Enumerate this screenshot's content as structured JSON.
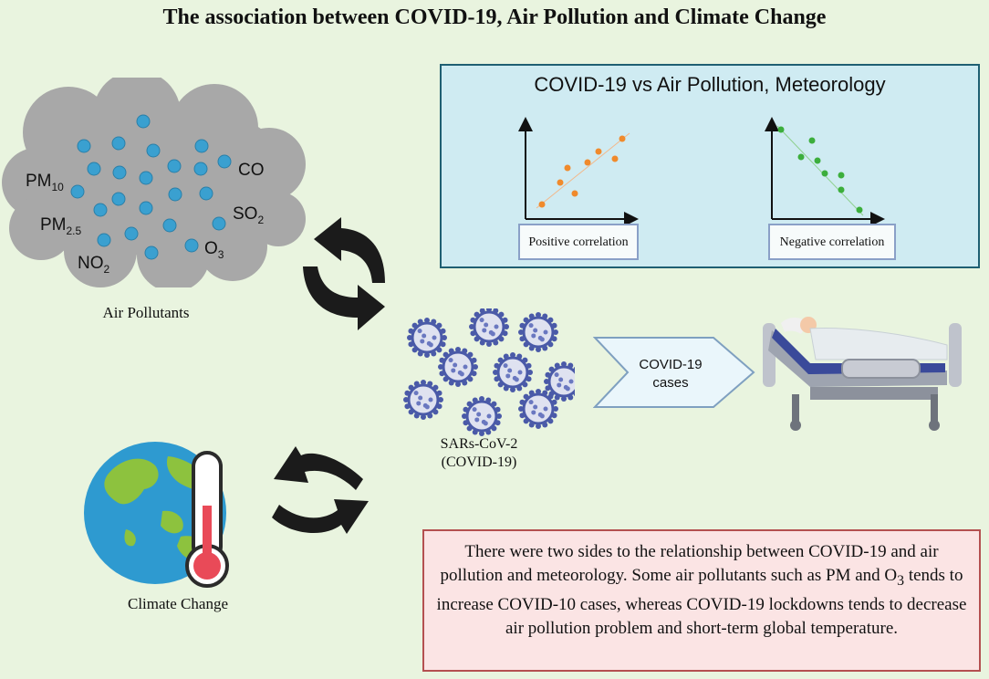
{
  "title": "The association between COVID-19, Air Pollution and Climate Change",
  "air_pollutants": {
    "label": "Air Pollutants",
    "items": {
      "pm10": {
        "main": "PM",
        "sub": "10"
      },
      "pm25": {
        "main": "PM",
        "sub": "2.5"
      },
      "no2": {
        "main": "NO",
        "sub": "2"
      },
      "co": {
        "main": "CO",
        "sub": ""
      },
      "so2": {
        "main": "SO",
        "sub": "2"
      },
      "o3": {
        "main": "O",
        "sub": "3"
      }
    }
  },
  "correlation_panel": {
    "title": "COVID-19 vs Air Pollution, Meteorology",
    "positive_label": "Positive correlation",
    "negative_label": "Negative correlation"
  },
  "virus": {
    "label_line1": "SARs-CoV-2",
    "label_line2": "(COVID-19)"
  },
  "cases": {
    "line1": "COVID-19",
    "line2": "cases"
  },
  "climate": {
    "label": "Climate Change"
  },
  "note": {
    "part1": "There were two sides to the relationship between COVID-19 and air pollution and meteorology. Some air pollutants such as PM and O",
    "sub": "3",
    "part2": "  tends to increase COVID-10 cases, whereas COVID-19 lockdowns tends to decrease air pollution problem and short-term global temperature."
  },
  "colors": {
    "background": "#e9f4df",
    "cloud": "#a8a8a8",
    "particle": "#3aa0d0",
    "panel_bg": "#cfebf2",
    "panel_border": "#1f5f72",
    "positive_points": "#f08a2c",
    "negative_points": "#3cae3c",
    "note_border": "#b45050",
    "note_bg": "#fbe4e4"
  },
  "icons": [
    "pollution-cloud-icon",
    "cycle-arrows-icon",
    "virus-icon",
    "hospital-bed-icon",
    "globe-icon",
    "thermometer-icon"
  ]
}
